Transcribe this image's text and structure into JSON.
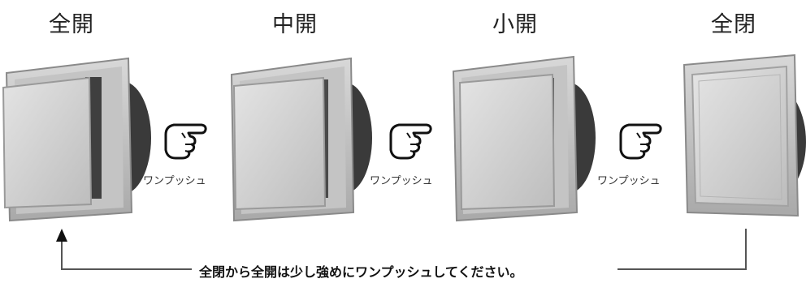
{
  "states": {
    "full_open": "全開",
    "half_open": "中開",
    "small_open": "小開",
    "closed": "全閉"
  },
  "push_label": "ワンプッシュ",
  "note": "全閉から全開は少し強めにワンプッシュしてください。",
  "colors": {
    "vent_body": "#cfcfcf",
    "vent_edge": "#9a9a9a",
    "vent_dark": "#3a3a3a",
    "line": "#555555",
    "arrowhead": "#111111"
  },
  "icons": [
    "pointing-hand-icon",
    "arrow-up-icon"
  ]
}
